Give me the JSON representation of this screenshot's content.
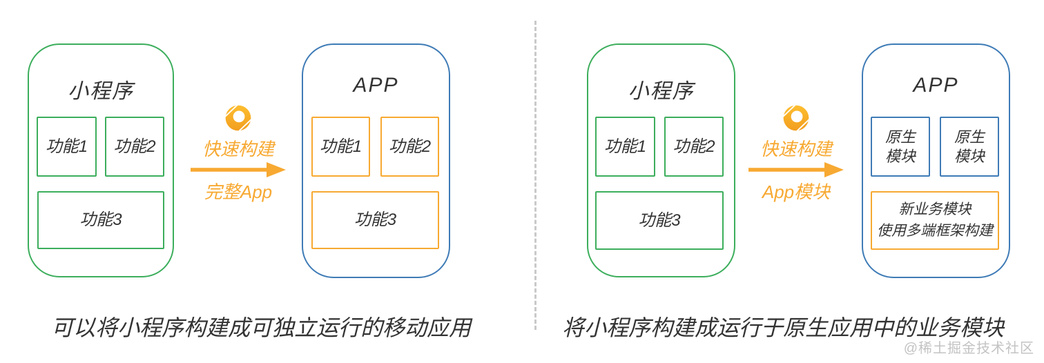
{
  "left": {
    "miniapp": {
      "title": "小程序",
      "box1": "功能1",
      "box2": "功能2",
      "box3": "功能3"
    },
    "arrow": {
      "top": "快速构建",
      "bottom": "完整App"
    },
    "app": {
      "title": "APP",
      "box1": "功能1",
      "box2": "功能2",
      "box3": "功能3"
    },
    "caption": "可以将小程序构建成可独立运行的移动应用"
  },
  "right": {
    "miniapp": {
      "title": "小程序",
      "box1": "功能1",
      "box2": "功能2",
      "box3": "功能3"
    },
    "arrow": {
      "top": "快速构建",
      "bottom": "App模块"
    },
    "app": {
      "title": "APP",
      "native1_line1": "原生",
      "native1_line2": "模块",
      "native2_line1": "原生",
      "native2_line2": "模块",
      "new_module_line1": "新业务模块",
      "new_module_line2": "使用多端框架构建"
    },
    "caption": "将小程序构建成运行于原生应用中的业务模块"
  },
  "watermark": "@稀土掘金技术社区",
  "colors": {
    "green": "#3CAE5C",
    "blue": "#3E7BB6",
    "orange": "#F7A932",
    "text": "#333333",
    "divider": "#C9C9C9",
    "watermark": "#C3C3C3"
  }
}
